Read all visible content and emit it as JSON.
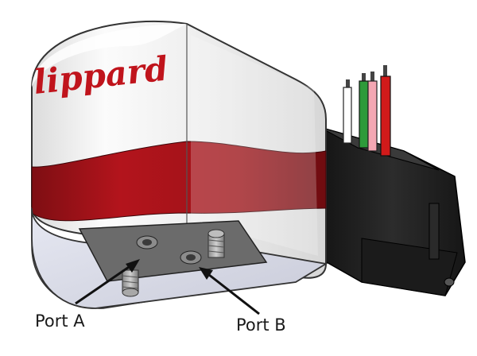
{
  "figure": {
    "brand_text": "lippard",
    "port_a_label": "Port A",
    "port_b_label": "Port B"
  },
  "colors": {
    "brand_red": "#b3141c",
    "body_white": "#f2f2f2",
    "base_plate": "#d9dbe8",
    "mount_plate": "#6b6b6b",
    "motor_black": "#222222",
    "wire_colors": [
      "#ffffff",
      "#2e9a3a",
      "#f4a7b3",
      "#d11a1a"
    ]
  },
  "icons": [
    "arrow-icon",
    "screw-icon",
    "wire-icon"
  ]
}
